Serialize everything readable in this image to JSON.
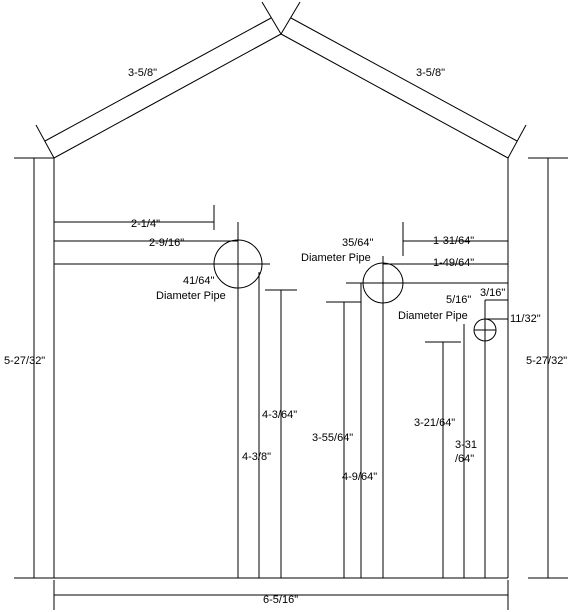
{
  "roof": {
    "left_slope": "3-5/8\"",
    "right_slope": "3-5/8\""
  },
  "walls": {
    "left_height": "5-27/32\"",
    "right_height": "5-27/32\"",
    "bottom_width": "6-5/16\""
  },
  "pipe_large": {
    "offset_1": "2-1/4\"",
    "offset_2": "2-9/16\"",
    "size": "41/64\"",
    "label": "Diameter Pipe",
    "height_1": "4-3/64\"",
    "height_2": "4-3/8\""
  },
  "pipe_medium": {
    "size": "35/64\"",
    "label": "Diameter Pipe",
    "offset_1": "1-31/64\"",
    "offset_2": "1-49/64\"",
    "height_1": "3-55/64\"",
    "height_2": "4-9/64\""
  },
  "pipe_small": {
    "size": "5/16\"",
    "label": "Diameter Pipe",
    "offset_1": "3/16\"",
    "offset_2": "11/32\"",
    "height_1": "3-21/64\"",
    "height_2_line1": "3-31",
    "height_2_line2": "/64\""
  }
}
